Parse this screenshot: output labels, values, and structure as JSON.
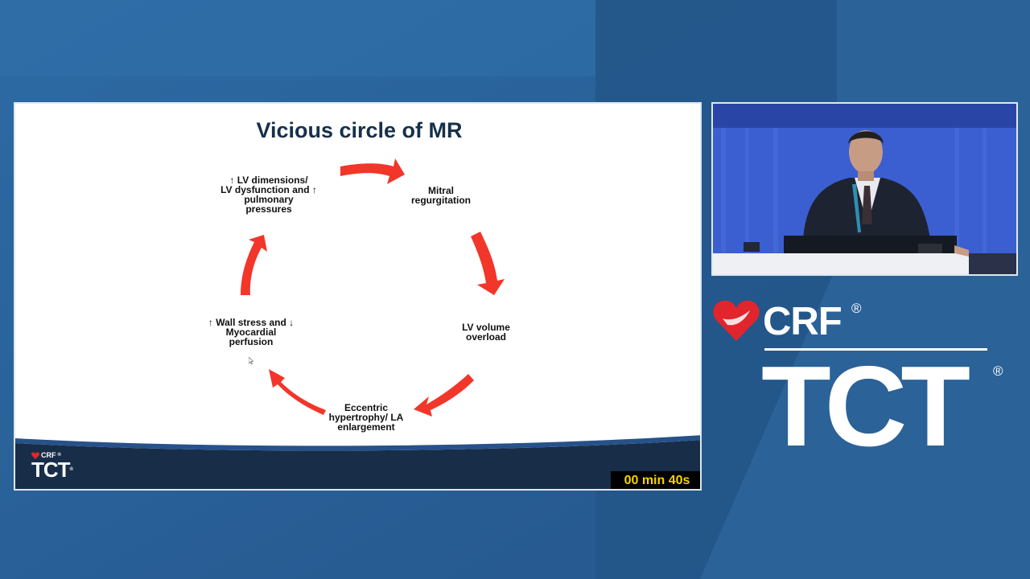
{
  "slide": {
    "title": "Vicious circle of MR",
    "nodes": {
      "lv_dimensions": [
        "↑ LV dimensions/",
        "LV dysfunction and ↑",
        "pulmonary",
        "pressures"
      ],
      "mitral": [
        "Mitral",
        "regurgitation"
      ],
      "lv_volume": [
        "LV volume",
        "overload"
      ],
      "eccentric": [
        "Eccentric",
        "hypertrophy/ LA",
        "enlargement"
      ],
      "wall_stress": [
        "↑ Wall stress and ↓",
        "Myocardial",
        "perfusion"
      ]
    },
    "footer": {
      "crf": "CRF",
      "crf_reg": "®",
      "tct": "TCT",
      "tct_reg": "®"
    },
    "timer": "00 min 40s"
  },
  "brand": {
    "crf": "CRF",
    "crf_reg": "®",
    "tct": "TCT",
    "tct_reg": "®"
  },
  "colors": {
    "arrow": "#f2362a",
    "title": "#17304b",
    "background": "#2a5f92",
    "timer_text": "#f5d300"
  },
  "icons": [
    "heart-logo-icon",
    "mouse-cursor-icon"
  ]
}
